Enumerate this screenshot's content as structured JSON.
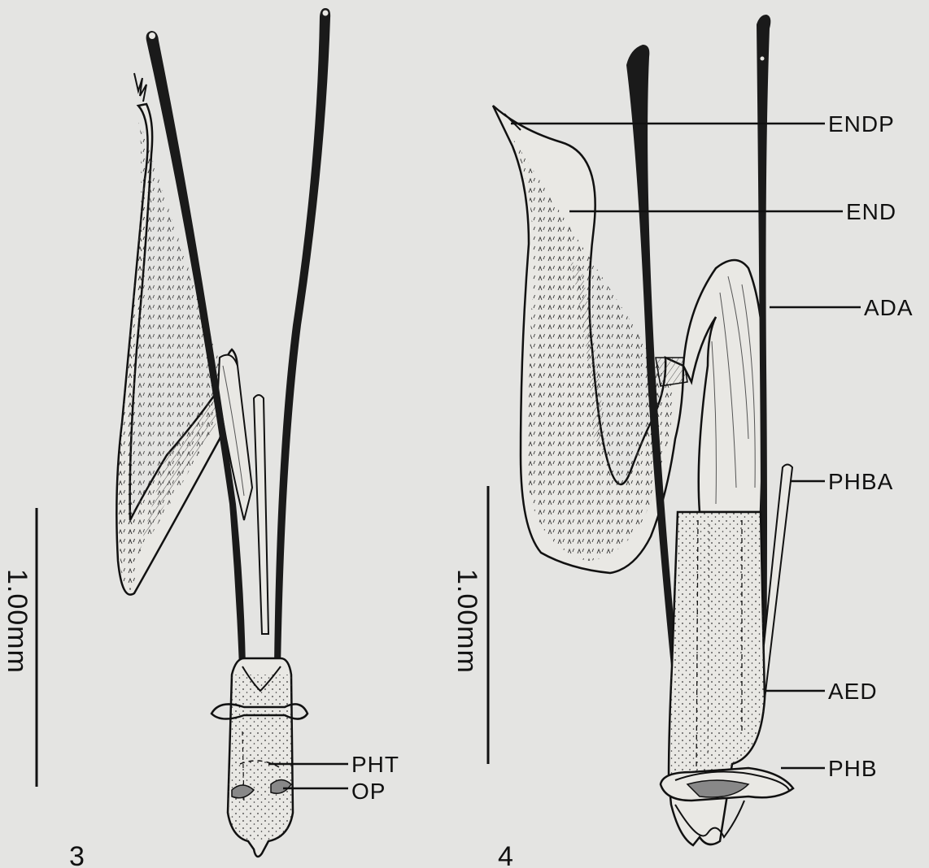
{
  "figure_3": {
    "number": "3",
    "scale_bar": "1.00mm",
    "labels": {
      "pht": "PHT",
      "op": "OP"
    }
  },
  "figure_4": {
    "number": "4",
    "scale_bar": "1.00mm",
    "labels": {
      "endp": "ENDP",
      "end": "END",
      "ada": "ADA",
      "phba": "PHBA",
      "aed": "AED",
      "phb": "PHB"
    }
  },
  "colors": {
    "background": "#e4e4e2",
    "ink": "#111111",
    "fill": "#e9e8e4"
  }
}
